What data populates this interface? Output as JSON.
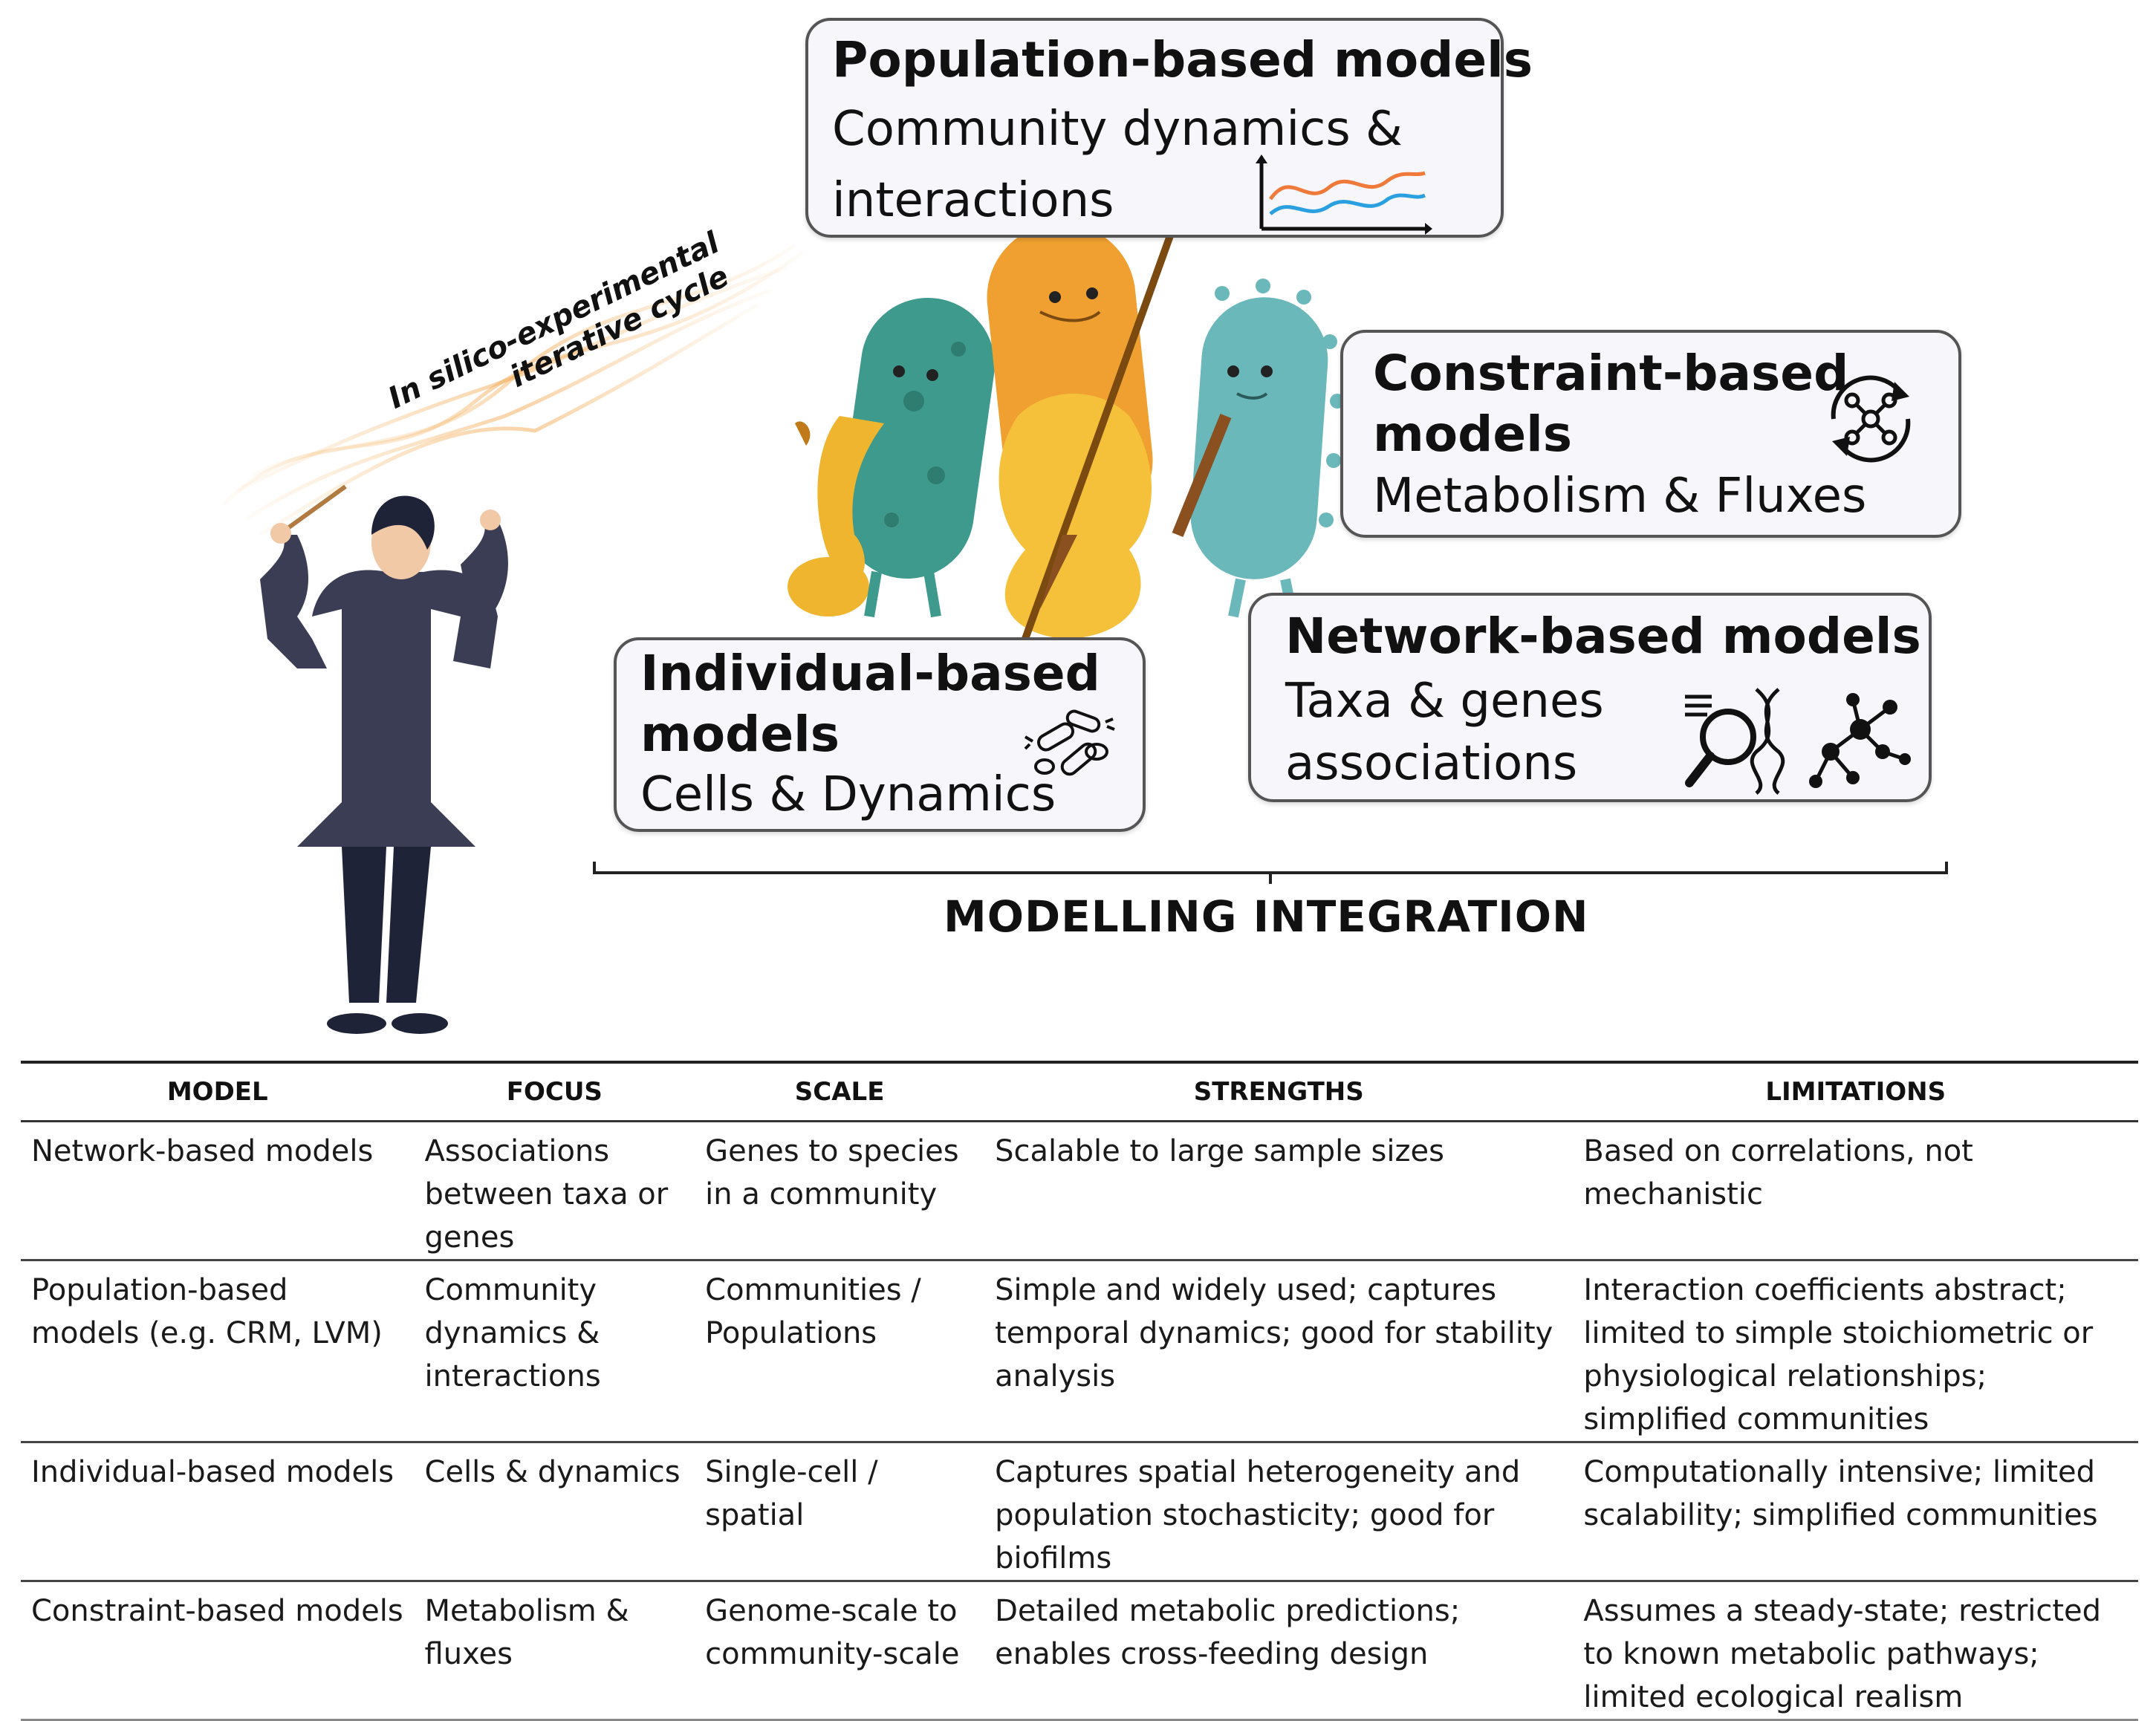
{
  "boxes": {
    "population": {
      "title": "Population-based models",
      "subtitle_1": "Community dynamics &",
      "subtitle_2": "interactions"
    },
    "constraint": {
      "title_1": "Constraint-based",
      "title_2": "models",
      "subtitle": "Metabolism & Fluxes"
    },
    "network": {
      "title": "Network-based models",
      "subtitle_1": "Taxa & genes",
      "subtitle_2": "associations"
    },
    "individual": {
      "title_1": "Individual-based",
      "title_2": "models",
      "subtitle": "Cells & Dynamics"
    }
  },
  "cycle_label": {
    "line_1": "In silico-experimental",
    "line_2": "iterative cycle"
  },
  "integration_label": "MODELLING INTEGRATION",
  "icons": [
    "line-chart-icon",
    "metabolic-cycle-icon",
    "magnifier-dna-icon",
    "network-icon",
    "cells-icon",
    "conductor-figure",
    "bacterium-saxophone",
    "bacterium-double-bass",
    "bacterium-flute"
  ],
  "colors": {
    "box_fill": "#f6f6fb",
    "box_border": "#555555",
    "green_bacterium": "#3e9a8c",
    "orange_bacterium": "#f0a030",
    "teal_bacterium": "#6bb8bb",
    "conductor_coat": "#3b3d55"
  },
  "table": {
    "headers": [
      "MODEL",
      "FOCUS",
      "SCALE",
      "STRENGTHS",
      "LIMITATIONS"
    ],
    "rows": [
      [
        "Network-based models",
        "Associations between taxa or genes",
        "Genes to species in a community",
        "Scalable to large sample sizes",
        "Based on correlations, not mechanistic"
      ],
      [
        "Population-based models (e.g. CRM, LVM)",
        "Community dynamics & interactions",
        "Communities / Populations",
        "Simple and widely used; captures temporal dynamics; good for stability analysis",
        "Interaction coefficients abstract; limited to simple stoichiometric or physiological relationships; simplified communities"
      ],
      [
        "Individual-based models",
        "Cells & dynamics",
        "Single-cell / spatial",
        "Captures spatial heterogeneity and population stochasticity; good for biofilms",
        "Computationally intensive; limited scalability; simplified communities"
      ],
      [
        "Constraint-based models",
        "Metabolism & fluxes",
        "Genome-scale to community-scale",
        "Detailed metabolic predictions; enables cross-feeding design",
        "Assumes a steady-state; restricted to known metabolic pathways; limited ecological realism"
      ]
    ]
  }
}
